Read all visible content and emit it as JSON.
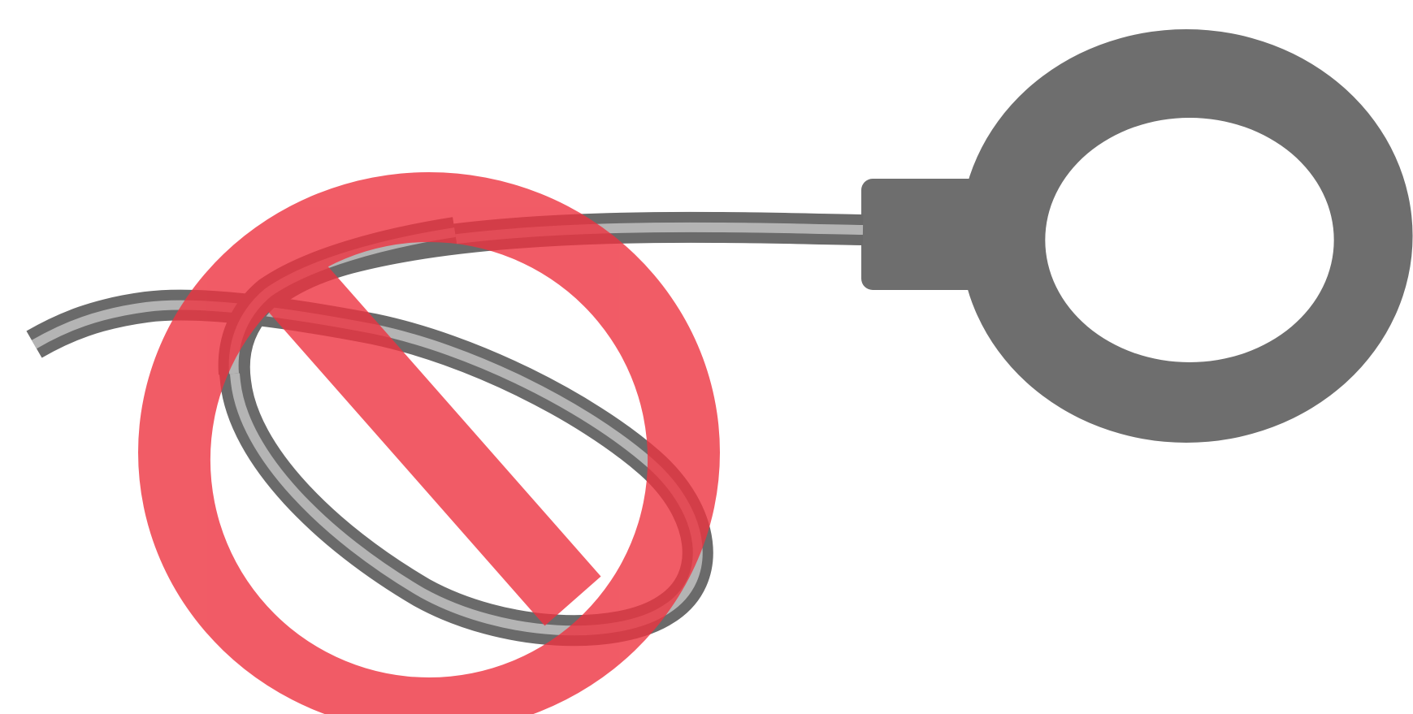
{
  "illustration": {
    "subject": "sensor-cable-with-ring-probe",
    "overlay": "prohibition-sign",
    "meaning": "do-not-coil-cable"
  },
  "icons": {
    "probe": "ring-probe-icon",
    "cable": "cable-icon",
    "loop": "cable-loop-icon",
    "prohibition": "prohibition-sign-icon"
  },
  "colors": {
    "background": "#ffffff",
    "probe_body": "#6e6e6e",
    "cable_outer": "#6a6a6a",
    "cable_inner": "#b4b4b4",
    "prohibition_red": "#ee3340",
    "prohibition_opacity": 0.8
  }
}
